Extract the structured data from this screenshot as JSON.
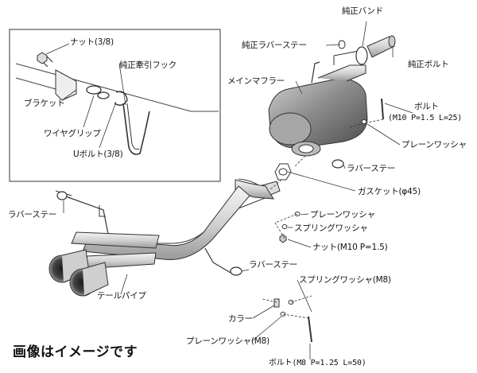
{
  "inset": {
    "nut": "ナット(3/8)",
    "tow_hook": "純正牽引フック",
    "bracket": "ブラケット",
    "wire_grip": "ワイヤグリップ",
    "u_bolt": "Uボルト(3/8)"
  },
  "parts": {
    "oem_band": "純正バンド",
    "oem_rubber_stay": "純正ラバーステー",
    "oem_bolt": "純正ボルト",
    "main_muffler": "メインマフラー",
    "bolt_top": "ボルト",
    "bolt_top_spec": "(M10 P=1.5 L=25)",
    "plain_washer_top": "プレーンワッシャ",
    "rubber_stay_mid": "ラバーステー",
    "gasket": "ガスケット(φ45)",
    "plain_washer_mid": "プレーンワッシャ",
    "spring_washer_mid": "スプリングワッシャ",
    "nut_mid": "ナット(M10 P=1.5)",
    "rubber_stay_left": "ラバーステー",
    "rubber_stay_low": "ラバーステー",
    "spring_washer_m8": "スプリングワッシャ(M8)",
    "tail_pipe": "テールパイプ",
    "collar": "カラー",
    "plain_washer_m8": "プレーンワッシャ(M8)",
    "bolt_m8": "ボルト(M8 P=1.25 L=50)"
  },
  "note": "画像はイメージです"
}
